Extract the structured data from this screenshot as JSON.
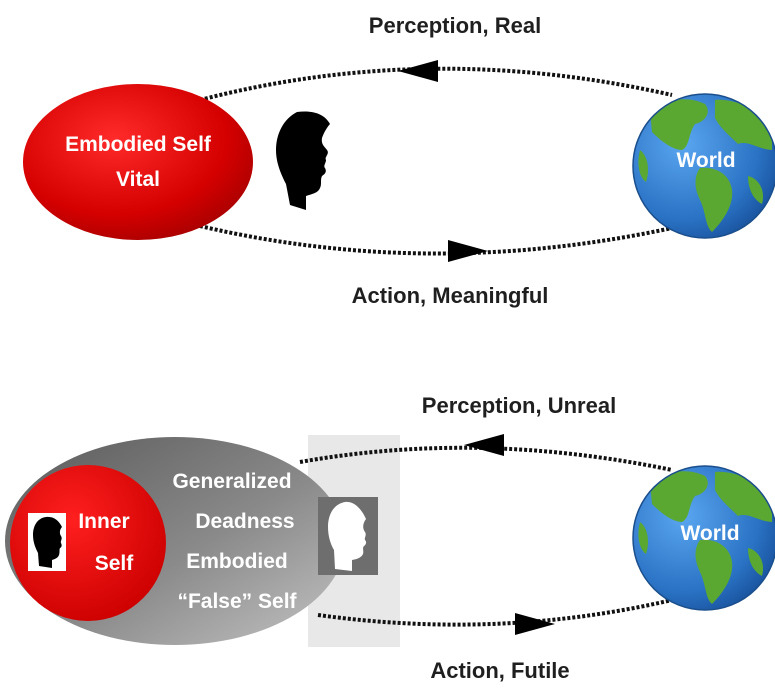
{
  "top": {
    "perception_label": "Perception, Real",
    "action_label": "Action, Meaningful",
    "self_line1": "Embodied Self",
    "self_line2": "Vital",
    "world_label": "World"
  },
  "bottom": {
    "perception_label": "Perception, Unreal",
    "action_label": "Action, Futile",
    "inner_line1": "Inner",
    "inner_line2": "Self",
    "false_line1": "Generalized",
    "false_line2": "Deadness",
    "false_line3": "Embodied",
    "false_line4": "“False” Self",
    "world_label": "World"
  },
  "colors": {
    "self_red": "#d40000",
    "ocean_blue": "#2f7fd0",
    "land_green": "#5aa832",
    "grey_shell": "#8a8a8a"
  },
  "icons": [
    "head-silhouette-icon",
    "globe-icon",
    "arrowhead-icon"
  ]
}
